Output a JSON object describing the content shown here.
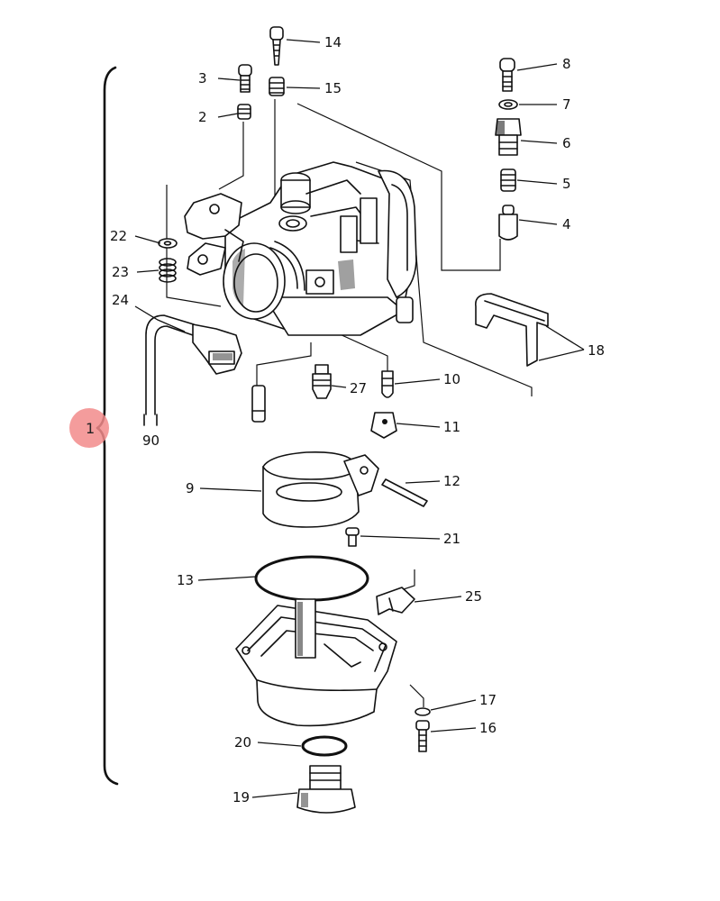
{
  "hotspot": {
    "label": "1",
    "color": "#f28b8b"
  },
  "parts": {
    "p2": "2",
    "p3": "3",
    "p4": "4",
    "p5": "5",
    "p6": "6",
    "p7": "7",
    "p8": "8",
    "p9": "9",
    "p10": "10",
    "p11": "11",
    "p12": "12",
    "p13": "13",
    "p14": "14",
    "p15": "15",
    "p16": "16",
    "p17": "17",
    "p18": "18",
    "p19": "19",
    "p20": "20",
    "p21": "21",
    "p22": "22",
    "p23": "23",
    "p24": "24",
    "p25": "25",
    "p27": "27"
  },
  "wire_end_label": "90"
}
